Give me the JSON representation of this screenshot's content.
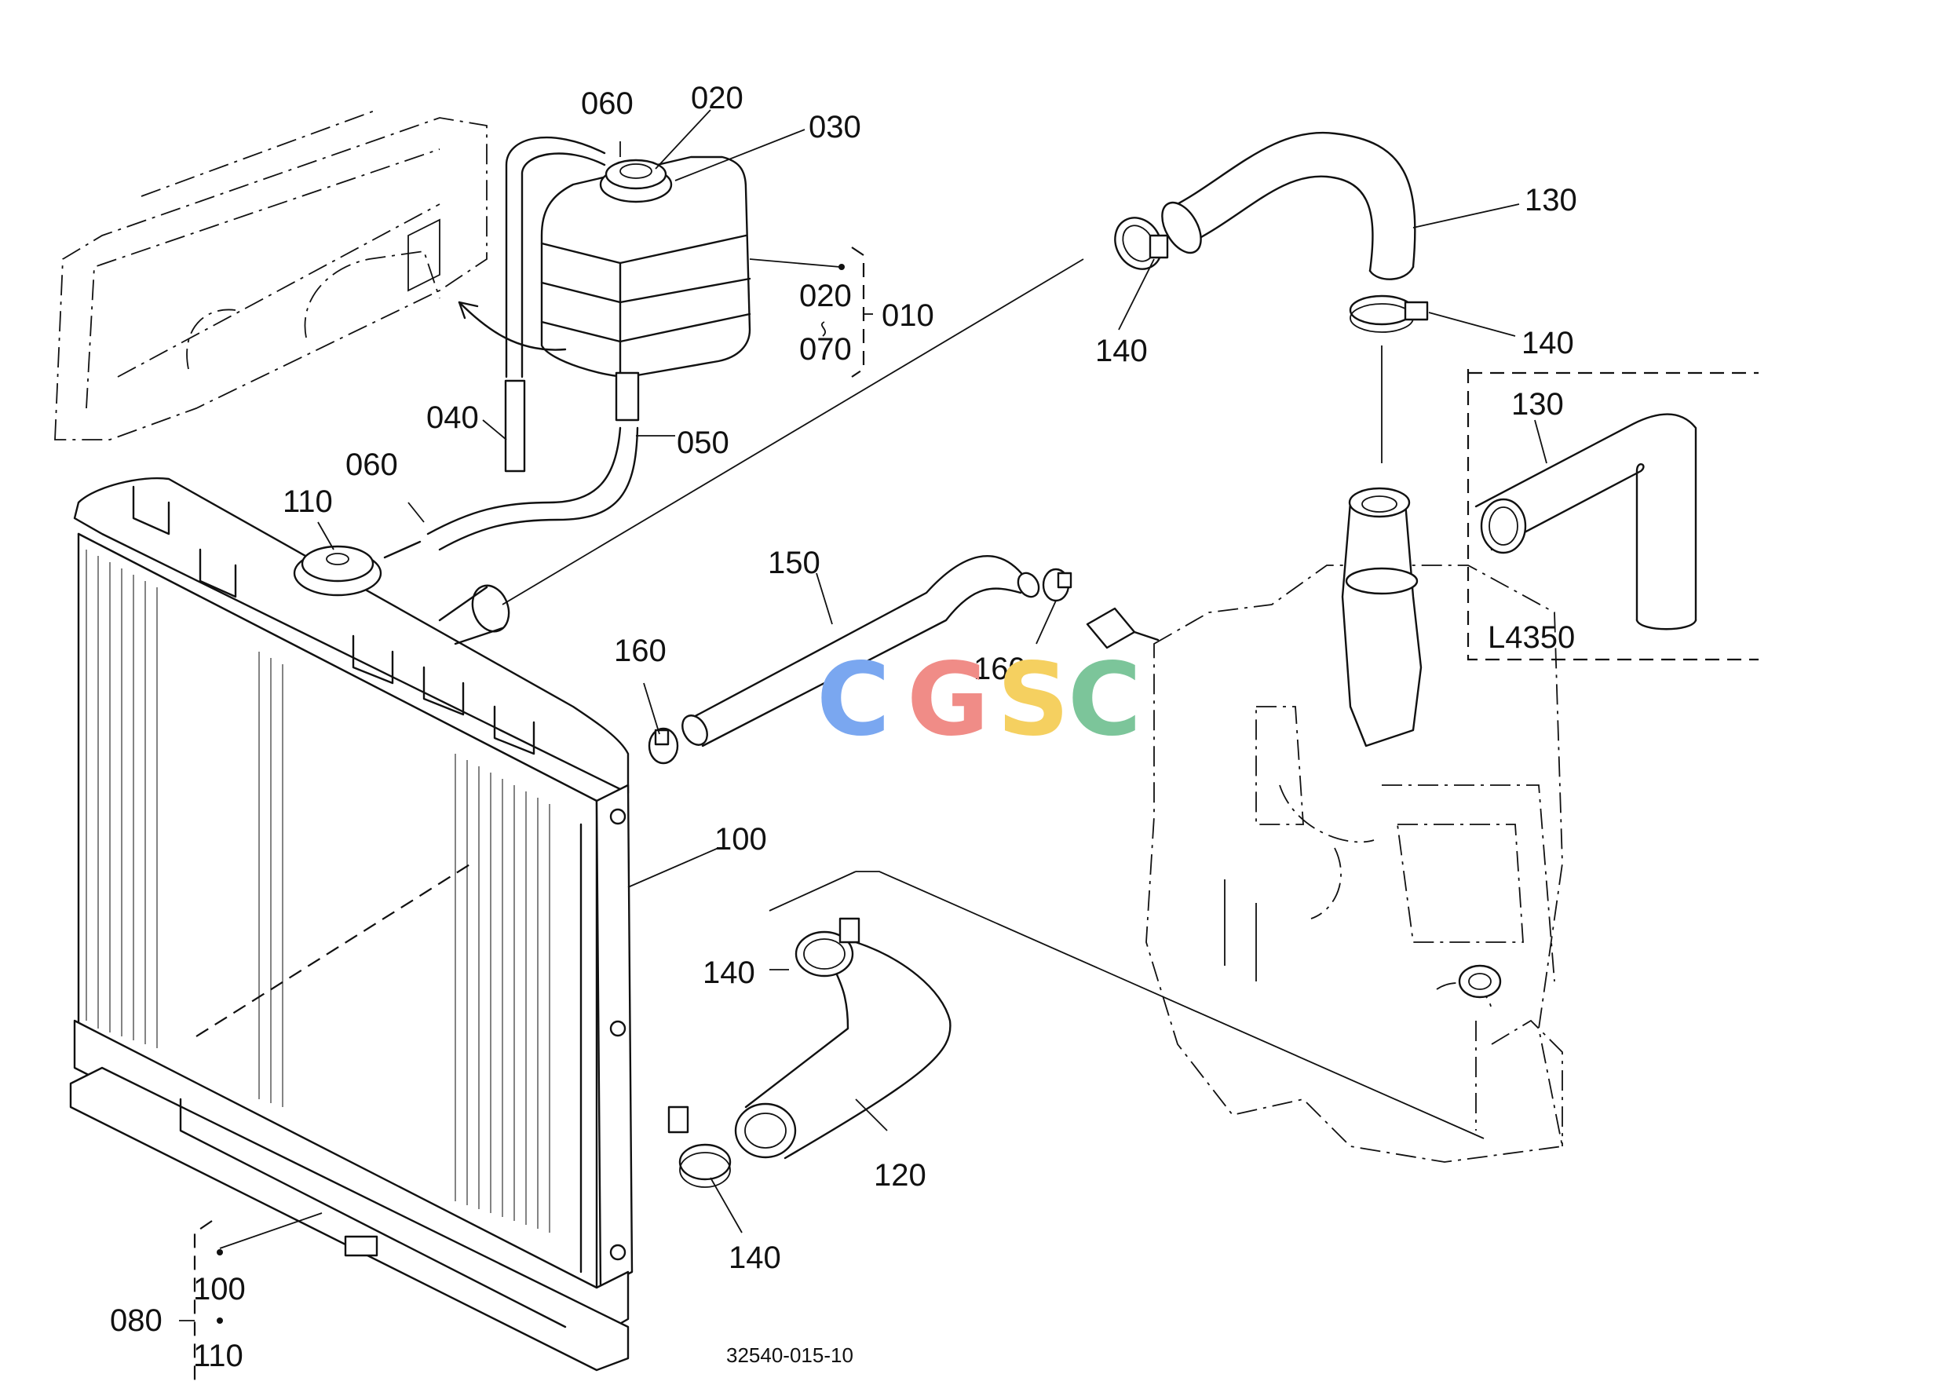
{
  "watermark": {
    "letters": [
      "C",
      "G",
      "S",
      "C"
    ],
    "colors": [
      "#7aa7f0",
      "#f08c87",
      "#f5d060",
      "#7cc59a"
    ]
  },
  "labels": {
    "p060_top": "060",
    "p020_top": "020",
    "p030": "030",
    "p130_top": "130",
    "p140_topleft": "140",
    "p140_topright": "140",
    "p020_group": "020",
    "p070_group": "070",
    "p010": "010",
    "p040": "040",
    "p050": "050",
    "p060_mid": "060",
    "p110_top": "110",
    "p150": "150",
    "p160_left": "160",
    "p160_right": "160",
    "p100_right": "100",
    "p140_midleft": "140",
    "p120": "120",
    "p140_bottom": "140",
    "p080": "080",
    "p100_group": "100",
    "p110_group": "110"
  },
  "inset": {
    "part_label": "130",
    "model": "L4350"
  },
  "figure_code": "32540-015-10"
}
